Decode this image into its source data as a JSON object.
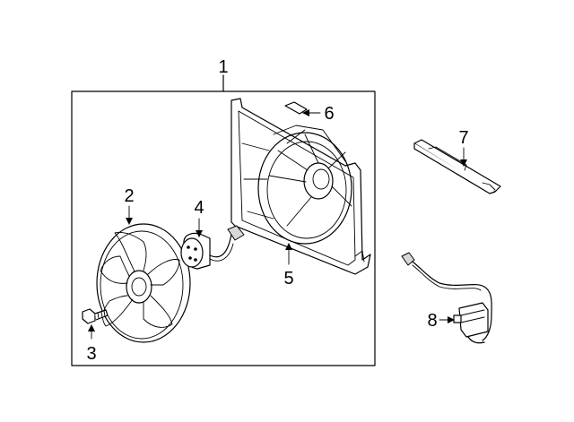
{
  "callouts": {
    "c1": "1",
    "c2": "2",
    "c3": "3",
    "c4": "4",
    "c5": "5",
    "c6": "6",
    "c7": "7",
    "c8": "8"
  },
  "parts": {
    "p1": "fan-shroud-assembly",
    "p2": "fan-blade",
    "p3": "fan-bolt",
    "p4": "fan-motor",
    "p5": "fan-shroud",
    "p6": "label",
    "p7": "upper-bracket",
    "p8": "resistor-harness"
  }
}
